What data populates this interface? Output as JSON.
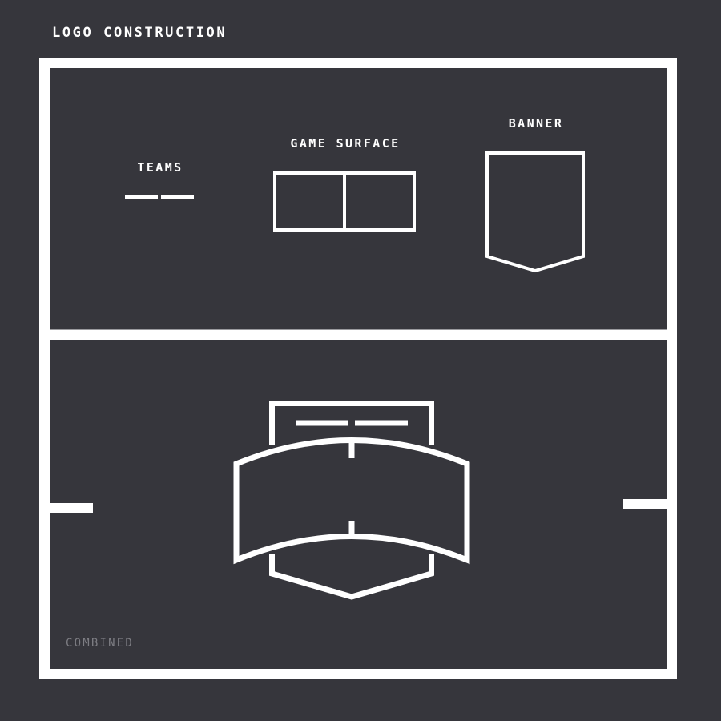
{
  "page": {
    "title": "LOGO CONSTRUCTION",
    "background_color": "#36363c",
    "stroke_color": "#ffffff",
    "muted_text_color": "#7d7d83"
  },
  "panels": {
    "components": {
      "items": [
        {
          "label": "TEAMS",
          "icon": "teams-dashes-icon"
        },
        {
          "label": "GAME SURFACE",
          "icon": "game-surface-field-icon"
        },
        {
          "label": "BANNER",
          "icon": "banner-shield-icon"
        }
      ]
    },
    "combined": {
      "label": "COMBINED",
      "icon": "combined-logo-icon"
    }
  }
}
